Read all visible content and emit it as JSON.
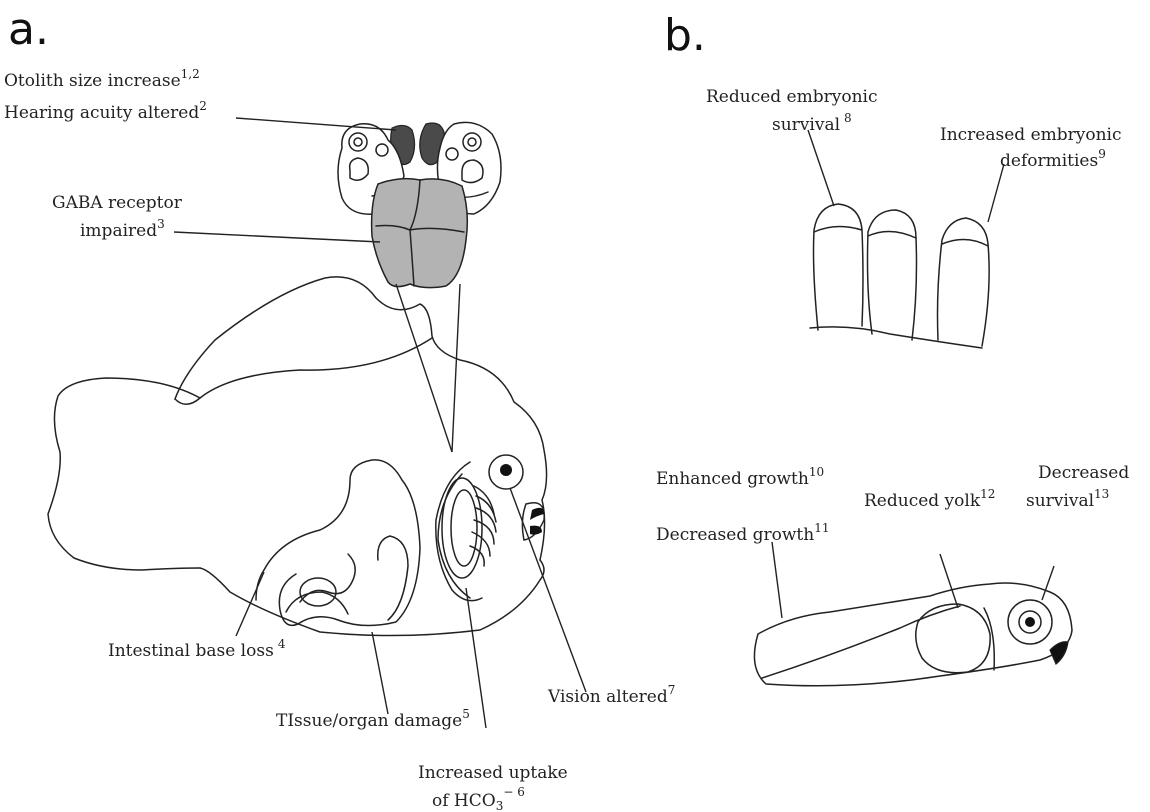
{
  "panels": {
    "a": "a.",
    "b": "b."
  },
  "labels": {
    "otolith": {
      "text": "Otolith size increase",
      "sup": "1,2"
    },
    "hearing": {
      "text": "Hearing acuity altered",
      "sup": "2"
    },
    "gaba_line1": {
      "text": "GABA receptor"
    },
    "gaba_line2": {
      "text": "impaired",
      "sup": "3"
    },
    "intestinal": {
      "text": "Intestinal base loss",
      "sup": "4"
    },
    "tissue": {
      "text": "TIssue/organ damage",
      "sup": "5"
    },
    "uptake_line1": {
      "text": "Increased uptake"
    },
    "uptake_line2": {
      "text": "of HCO",
      "sub": "3",
      "sup": "− 6"
    },
    "vision": {
      "text": "Vision altered",
      "sup": "7"
    },
    "embryo_surv_line1": {
      "text": "Reduced embryonic"
    },
    "embryo_surv_line2": {
      "text": "survival",
      "sup": "8"
    },
    "embryo_def_line1": {
      "text": "Increased embryonic"
    },
    "embryo_def_line2": {
      "text": "deformities",
      "sup": "9"
    },
    "enh_growth": {
      "text": "Enhanced growth",
      "sup": "10"
    },
    "dec_growth": {
      "text": "Decreased growth",
      "sup": "11"
    },
    "red_yolk": {
      "text": "Reduced yolk",
      "sup": "12"
    },
    "dec_surv_line1": {
      "text": "Decreased"
    },
    "dec_surv_line2": {
      "text": "survival",
      "sup": "13"
    }
  },
  "colors": {
    "otolith": "#4a4a4a",
    "brain": "#b3b3b3",
    "line": "#222222"
  }
}
